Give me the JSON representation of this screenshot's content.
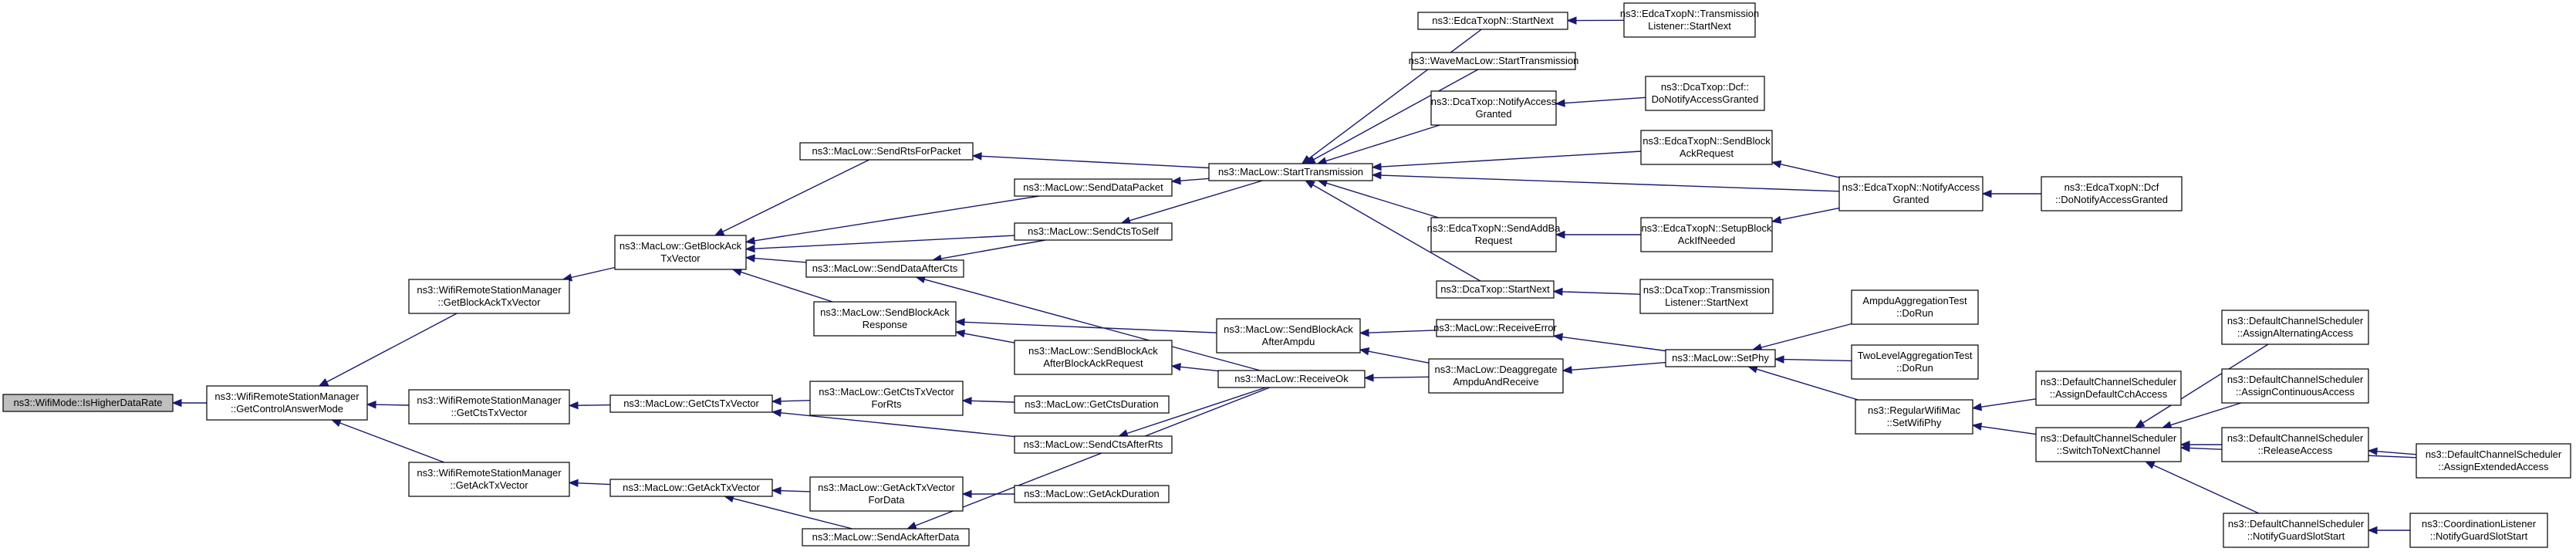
{
  "diagram": {
    "type": "call-graph",
    "colors": {
      "edge": "#191970",
      "root_fill": "#bfbfbf",
      "node_fill": "#ffffff",
      "border": "#000000"
    },
    "nodes": [
      {
        "id": "root",
        "lines": [
          "ns3::WifiMode::IsHigherDataRate"
        ],
        "root": true
      },
      {
        "id": "getControlAnswerMode",
        "lines": [
          "ns3::WifiRemoteStationManager",
          "::GetControlAnswerMode"
        ]
      },
      {
        "id": "wrsmGetBlockAck",
        "lines": [
          "ns3::WifiRemoteStationManager",
          "::GetBlockAckTxVector"
        ]
      },
      {
        "id": "wrsmGetCts",
        "lines": [
          "ns3::WifiRemoteStationManager",
          "::GetCtsTxVector"
        ]
      },
      {
        "id": "wrsmGetAck",
        "lines": [
          "ns3::WifiRemoteStationManager",
          "::GetAckTxVector"
        ]
      },
      {
        "id": "mlGetBlockAck",
        "lines": [
          "ns3::MacLow::GetBlockAck",
          "TxVector"
        ]
      },
      {
        "id": "mlGetCts",
        "lines": [
          "ns3::MacLow::GetCtsTxVector"
        ]
      },
      {
        "id": "mlGetAck",
        "lines": [
          "ns3::MacLow::GetAckTxVector"
        ]
      },
      {
        "id": "sendRts",
        "lines": [
          "ns3::MacLow::SendRtsForPacket"
        ]
      },
      {
        "id": "sendDataAfterCts",
        "lines": [
          "ns3::MacLow::SendDataAfterCts"
        ]
      },
      {
        "id": "sendBlockAckResp",
        "lines": [
          "ns3::MacLow::SendBlockAck",
          "Response"
        ]
      },
      {
        "id": "getCtsForRts",
        "lines": [
          "ns3::MacLow::GetCtsTxVector",
          "ForRts"
        ]
      },
      {
        "id": "getAckForData",
        "lines": [
          "ns3::MacLow::GetAckTxVector",
          "ForData"
        ]
      },
      {
        "id": "sendAckAfterData",
        "lines": [
          "ns3::MacLow::SendAckAfterData"
        ]
      },
      {
        "id": "sendDataPacket",
        "lines": [
          "ns3::MacLow::SendDataPacket"
        ]
      },
      {
        "id": "sendCtsToSelf",
        "lines": [
          "ns3::MacLow::SendCtsToSelf"
        ]
      },
      {
        "id": "sendBlockAckAfterAmpdu",
        "lines": [
          "ns3::MacLow::SendBlockAck",
          "AfterAmpdu"
        ]
      },
      {
        "id": "sendBlockAckAfterReq",
        "lines": [
          "ns3::MacLow::SendBlockAck",
          "AfterBlockAckRequest"
        ]
      },
      {
        "id": "getCtsDuration",
        "lines": [
          "ns3::MacLow::GetCtsDuration"
        ]
      },
      {
        "id": "sendCtsAfterRts",
        "lines": [
          "ns3::MacLow::SendCtsAfterRts"
        ]
      },
      {
        "id": "getAckDuration",
        "lines": [
          "ns3::MacLow::GetAckDuration"
        ]
      },
      {
        "id": "startTransmission",
        "lines": [
          "ns3::MacLow::StartTransmission"
        ]
      },
      {
        "id": "receiveOk",
        "lines": [
          "ns3::MacLow::ReceiveOk"
        ]
      },
      {
        "id": "edcaStartNext",
        "lines": [
          "ns3::EdcaTxopN::StartNext"
        ]
      },
      {
        "id": "waveStartTx",
        "lines": [
          "ns3::WaveMacLow::StartTransmission"
        ]
      },
      {
        "id": "dcaNotifyGranted",
        "lines": [
          "ns3::DcaTxop::NotifyAccess",
          "Granted"
        ]
      },
      {
        "id": "edcaSendAddBa",
        "lines": [
          "ns3::EdcaTxopN::SendAddBa",
          "Request"
        ]
      },
      {
        "id": "dcaStartNext",
        "lines": [
          "ns3::DcaTxop::StartNext"
        ]
      },
      {
        "id": "receiveError",
        "lines": [
          "ns3::MacLow::ReceiveError"
        ]
      },
      {
        "id": "deaggregate",
        "lines": [
          "ns3::MacLow::Deaggregate",
          "AmpduAndReceive"
        ]
      },
      {
        "id": "edcaTlStartNext",
        "lines": [
          "ns3::EdcaTxopN::Transmission",
          "Listener::StartNext"
        ]
      },
      {
        "id": "dcfDoNotify",
        "lines": [
          "ns3::DcaTxop::Dcf::",
          "DoNotifyAccessGranted"
        ]
      },
      {
        "id": "edcaSendBlockAckReq",
        "lines": [
          "ns3::EdcaTxopN::SendBlock",
          "AckRequest"
        ]
      },
      {
        "id": "edcaSetupBlockAck",
        "lines": [
          "ns3::EdcaTxopN::SetupBlock",
          "AckIfNeeded"
        ]
      },
      {
        "id": "dcaTlStartNext",
        "lines": [
          "ns3::DcaTxop::Transmission",
          "Listener::StartNext"
        ]
      },
      {
        "id": "setPhy",
        "lines": [
          "ns3::MacLow::SetPhy"
        ]
      },
      {
        "id": "edcaNotifyGranted",
        "lines": [
          "ns3::EdcaTxopN::NotifyAccess",
          "Granted"
        ]
      },
      {
        "id": "ampduTest",
        "lines": [
          "AmpduAggregationTest",
          "::DoRun"
        ]
      },
      {
        "id": "twoLevelTest",
        "lines": [
          "TwoLevelAggregationTest",
          "::DoRun"
        ]
      },
      {
        "id": "regularSetWifiPhy",
        "lines": [
          "ns3::RegularWifiMac",
          "::SetWifiPhy"
        ]
      },
      {
        "id": "edcaDcfDoNotify",
        "lines": [
          "ns3::EdcaTxopN::Dcf",
          "::DoNotifyAccessGranted"
        ]
      },
      {
        "id": "dcsAssignDefaultCch",
        "lines": [
          "ns3::DefaultChannelScheduler",
          "::AssignDefaultCchAccess"
        ]
      },
      {
        "id": "dcsSwitch",
        "lines": [
          "ns3::DefaultChannelScheduler",
          "::SwitchToNextChannel"
        ]
      },
      {
        "id": "dcsNotifyGuard",
        "lines": [
          "ns3::DefaultChannelScheduler",
          "::NotifyGuardSlotStart"
        ]
      },
      {
        "id": "dcsAssignAlternating",
        "lines": [
          "ns3::DefaultChannelScheduler",
          "::AssignAlternatingAccess"
        ]
      },
      {
        "id": "dcsAssignContinuous",
        "lines": [
          "ns3::DefaultChannelScheduler",
          "::AssignContinuousAccess"
        ]
      },
      {
        "id": "dcsRelease",
        "lines": [
          "ns3::DefaultChannelScheduler",
          "::ReleaseAccess"
        ]
      },
      {
        "id": "dcsAssignExtended",
        "lines": [
          "ns3::DefaultChannelScheduler",
          "::AssignExtendedAccess"
        ]
      },
      {
        "id": "coordNotifyGuard",
        "lines": [
          "ns3::CoordinationListener",
          "::NotifyGuardSlotStart"
        ]
      }
    ],
    "edges": [
      [
        "getControlAnswerMode",
        "root"
      ],
      [
        "wrsmGetBlockAck",
        "getControlAnswerMode"
      ],
      [
        "wrsmGetCts",
        "getControlAnswerMode"
      ],
      [
        "wrsmGetAck",
        "getControlAnswerMode"
      ],
      [
        "mlGetBlockAck",
        "wrsmGetBlockAck"
      ],
      [
        "mlGetCts",
        "wrsmGetCts"
      ],
      [
        "mlGetAck",
        "wrsmGetAck"
      ],
      [
        "sendRts",
        "mlGetBlockAck"
      ],
      [
        "sendDataPacket",
        "mlGetBlockAck"
      ],
      [
        "sendCtsToSelf",
        "mlGetBlockAck"
      ],
      [
        "sendDataAfterCts",
        "mlGetBlockAck"
      ],
      [
        "sendBlockAckResp",
        "mlGetBlockAck"
      ],
      [
        "getCtsForRts",
        "mlGetCts"
      ],
      [
        "sendCtsAfterRts",
        "mlGetCts"
      ],
      [
        "getAckForData",
        "mlGetAck"
      ],
      [
        "sendAckAfterData",
        "mlGetAck"
      ],
      [
        "startTransmission",
        "sendRts"
      ],
      [
        "startTransmission",
        "sendDataPacket"
      ],
      [
        "startTransmission",
        "sendCtsToSelf"
      ],
      [
        "sendCtsToSelf",
        "sendDataAfterCts"
      ],
      [
        "sendBlockAckAfterAmpdu",
        "sendBlockAckResp"
      ],
      [
        "sendBlockAckAfterReq",
        "sendBlockAckResp"
      ],
      [
        "getCtsDuration",
        "getCtsForRts"
      ],
      [
        "getAckDuration",
        "getAckForData"
      ],
      [
        "edcaStartNext",
        "startTransmission"
      ],
      [
        "waveStartTx",
        "startTransmission"
      ],
      [
        "dcaNotifyGranted",
        "startTransmission"
      ],
      [
        "edcaSendBlockAckReq",
        "startTransmission"
      ],
      [
        "edcaNotifyGranted",
        "startTransmission"
      ],
      [
        "edcaSendAddBa",
        "startTransmission"
      ],
      [
        "dcaStartNext",
        "startTransmission"
      ],
      [
        "edcaTlStartNext",
        "edcaStartNext"
      ],
      [
        "dcfDoNotify",
        "dcaNotifyGranted"
      ],
      [
        "edcaNotifyGranted",
        "edcaSendBlockAckReq"
      ],
      [
        "edcaSetupBlockAck",
        "edcaSendAddBa"
      ],
      [
        "edcaNotifyGranted",
        "edcaSetupBlockAck"
      ],
      [
        "dcaTlStartNext",
        "dcaStartNext"
      ],
      [
        "edcaDcfDoNotify",
        "edcaNotifyGranted"
      ],
      [
        "receiveOk",
        "sendDataAfterCts"
      ],
      [
        "receiveOk",
        "sendBlockAckAfterReq"
      ],
      [
        "receiveOk",
        "sendCtsAfterRts"
      ],
      [
        "receiveOk",
        "sendAckAfterData"
      ],
      [
        "receiveError",
        "sendBlockAckAfterAmpdu"
      ],
      [
        "deaggregate",
        "sendBlockAckAfterAmpdu"
      ],
      [
        "deaggregate",
        "receiveOk"
      ],
      [
        "setPhy",
        "receiveError"
      ],
      [
        "setPhy",
        "deaggregate"
      ],
      [
        "ampduTest",
        "setPhy"
      ],
      [
        "twoLevelTest",
        "setPhy"
      ],
      [
        "regularSetWifiPhy",
        "setPhy"
      ],
      [
        "dcsAssignDefaultCch",
        "regularSetWifiPhy"
      ],
      [
        "dcsSwitch",
        "regularSetWifiPhy"
      ],
      [
        "dcsAssignAlternating",
        "dcsSwitch"
      ],
      [
        "dcsAssignContinuous",
        "dcsSwitch"
      ],
      [
        "dcsRelease",
        "dcsSwitch"
      ],
      [
        "dcsAssignExtended",
        "dcsSwitch"
      ],
      [
        "dcsNotifyGuard",
        "dcsSwitch"
      ],
      [
        "dcsAssignExtended",
        "dcsRelease"
      ],
      [
        "coordNotifyGuard",
        "dcsNotifyGuard"
      ]
    ]
  }
}
